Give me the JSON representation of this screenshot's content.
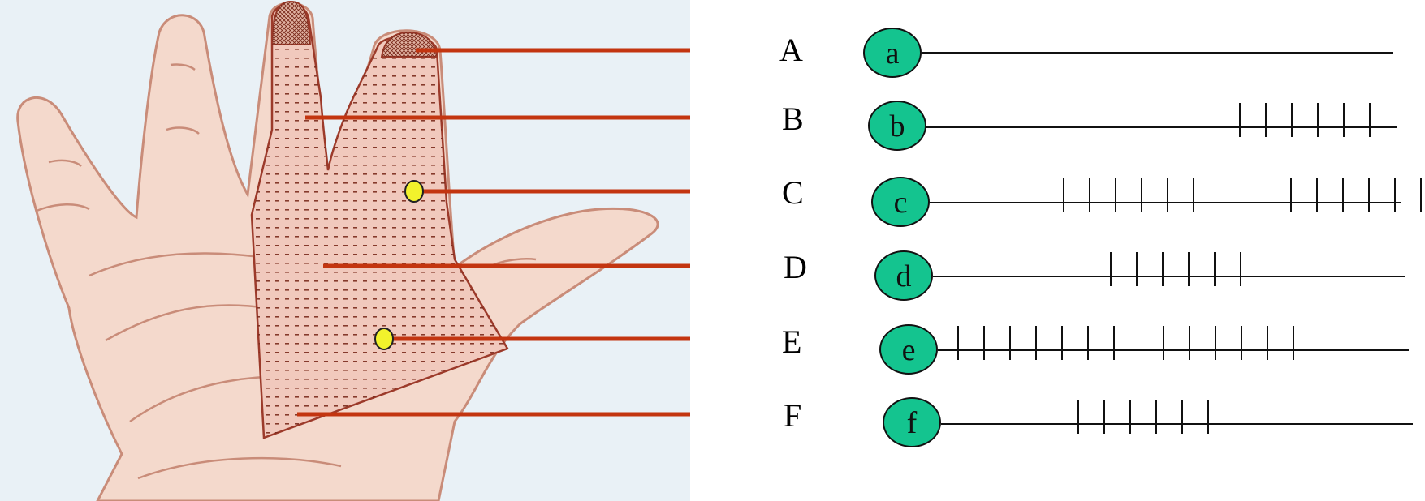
{
  "colors": {
    "skin": "#f4d9cc",
    "skin_outline": "#c98c79",
    "innervated_zone": "#f1c9bd",
    "zone_outline": "#9c3a2a",
    "leader_line": "#c33510",
    "marker_yellow": "#f2f22c",
    "badge_green": "#14c48f",
    "background_panel": "#e9f1f6"
  },
  "zone_labels": [
    "A",
    "B",
    "C",
    "D",
    "E",
    "F"
  ],
  "markers": [
    {
      "icon": "yellow-dot-marker",
      "zone": "C"
    },
    {
      "icon": "yellow-dot-marker",
      "zone": "E"
    }
  ],
  "nerve_traces": [
    {
      "label": "a",
      "spike_groups": []
    },
    {
      "label": "b",
      "spike_groups": [
        6
      ]
    },
    {
      "label": "c",
      "spike_groups": [
        6,
        6
      ]
    },
    {
      "label": "d",
      "spike_groups": [
        6
      ]
    },
    {
      "label": "e",
      "spike_groups": [
        7,
        6
      ]
    },
    {
      "label": "f",
      "spike_groups": [
        6
      ]
    }
  ]
}
